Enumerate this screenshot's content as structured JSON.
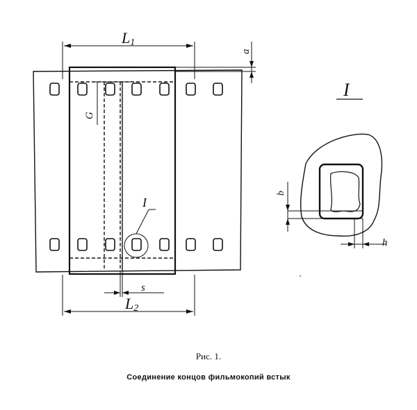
{
  "labels": {
    "L1": "L",
    "L1_sub": "1",
    "L2": "L",
    "L2_sub": "2",
    "a": "a",
    "G": "G",
    "s": "s",
    "detail_main": "I",
    "detail_callout": "I",
    "b": "b",
    "h": "h"
  },
  "caption": {
    "figure": "Рис. 1.",
    "title": "Соединение концов фильмокопий встык"
  }
}
